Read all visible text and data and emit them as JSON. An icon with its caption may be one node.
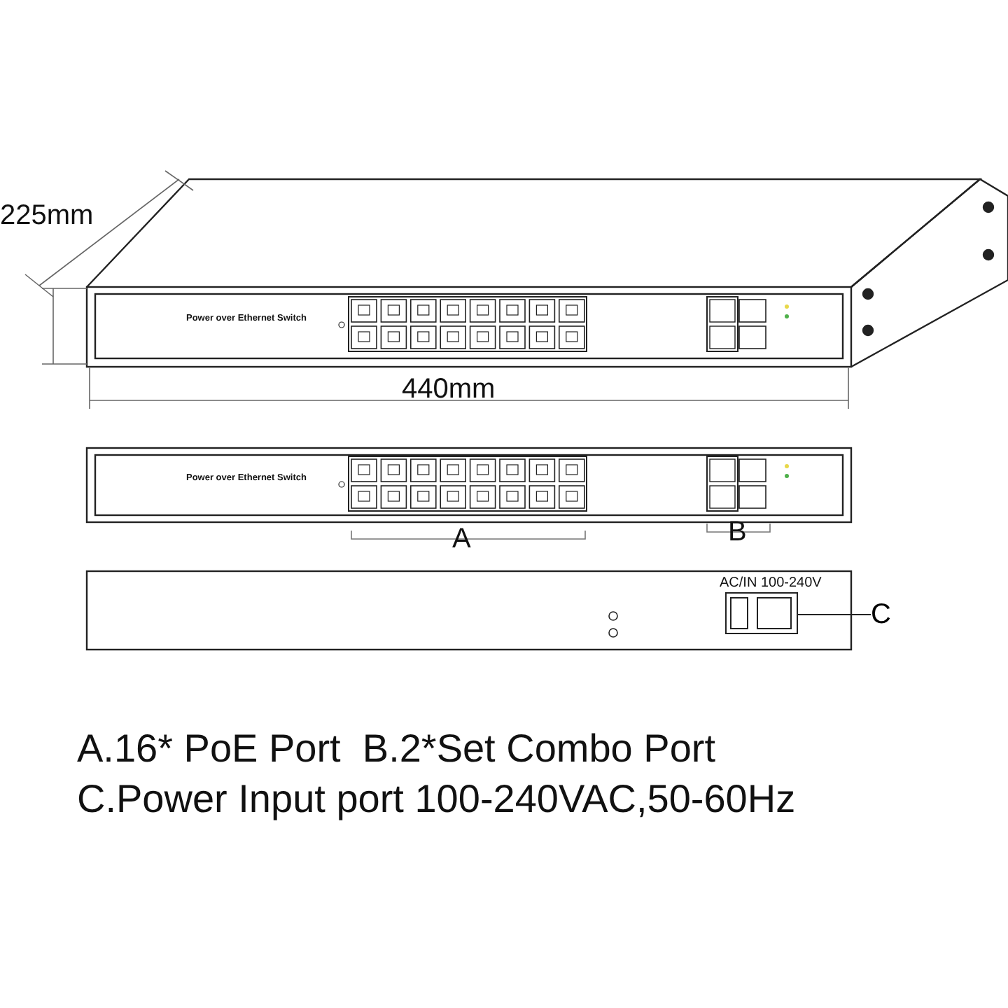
{
  "diagram": {
    "nodes": [
      {
        "text": [],
        "shape": "box"
      },
      {
        "text": [
          "C"
        ]
      }
    ],
    "edges": [
      {
        "from": 1,
        "to": 0,
        "arrow": "none"
      }
    ],
    "labels": [
      "225mm",
      "Power over Ethernet Switch",
      "440mm",
      "Power over Ethernet Switch",
      "A",
      "B",
      "AC/IN 100-240V",
      "A.16* PoE Port  B.2*Set Combo Port",
      "C.Power Input port 100-240VAC,50-60Hz"
    ]
  }
}
